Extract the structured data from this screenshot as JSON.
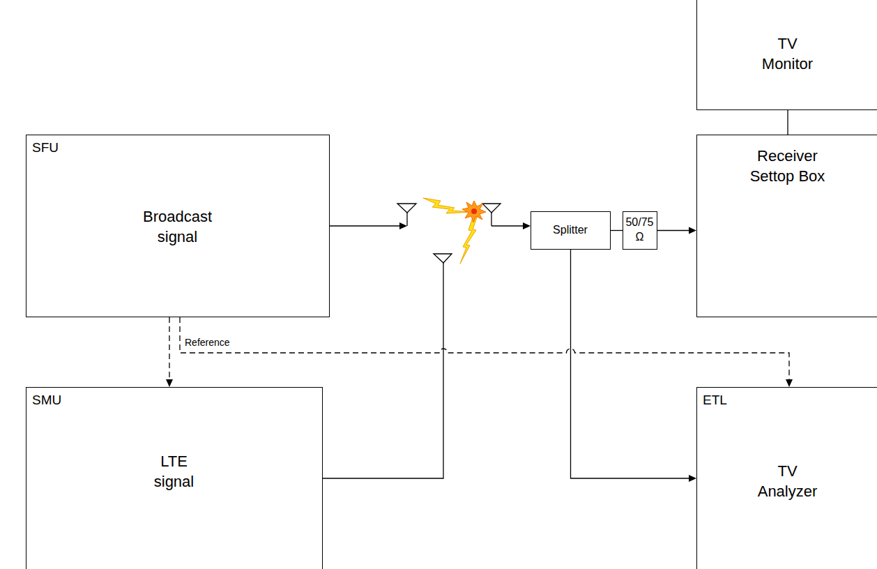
{
  "diagram": {
    "nodes": [
      {
        "text": [
          "TV Monitor"
        ]
      },
      {
        "text": [
          "SFU",
          "Broadcast signal"
        ]
      },
      {
        "text": [
          "Splitter"
        ]
      },
      {
        "text": [
          "50/75 Ω"
        ]
      },
      {
        "text": [
          "Receiver Settop Box"
        ]
      },
      {
        "text": [
          "SMU",
          "LTE signal"
        ]
      },
      {
        "text": [
          "ETL",
          "TV Analyzer"
        ]
      }
    ],
    "edges": [
      {
        "from": 0,
        "to": 4,
        "arrow": "none"
      },
      {
        "from": 2,
        "to": 3,
        "arrow": "none"
      },
      {
        "from": 3,
        "to": 4,
        "arrow": "to"
      },
      {
        "from": 2,
        "to": 6,
        "arrow": "to"
      },
      {
        "from": 1,
        "to": 5,
        "arrow": "to"
      },
      {
        "from": 1,
        "to": 6,
        "label": "Reference",
        "arrow": "to"
      }
    ]
  }
}
